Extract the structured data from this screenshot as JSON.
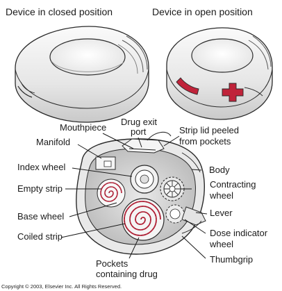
{
  "captions": {
    "closed": "Device in closed position",
    "open": "Device in open position"
  },
  "labels": {
    "mouthpiece": "Mouthpiece",
    "drug_exit_1": "Drug exit",
    "drug_exit_2": "port",
    "strip_lid_1": "Strip lid peeled",
    "strip_lid_2": "from pockets",
    "manifold": "Manifold",
    "index_wheel": "Index wheel",
    "body": "Body",
    "empty_strip": "Empty strip",
    "contracting_1": "Contracting",
    "contracting_2": "wheel",
    "base_wheel": "Base wheel",
    "lever": "Lever",
    "coiled_strip": "Coiled strip",
    "dose_indicator_1": "Dose indicator",
    "dose_indicator_2": "wheel",
    "pockets_1": "Pockets",
    "pockets_2": "containing drug",
    "thumbgrip": "Thumbgrip"
  },
  "copyright": "Copyright © 2003, Elsevier Inc. All Rights Reserved.",
  "colors": {
    "device_fill": "#f2f2f2",
    "device_shadow": "#d9d9d9",
    "outline": "#2a2a2a",
    "drug_red": "#c0233a",
    "interior": "#cfcfcf"
  }
}
